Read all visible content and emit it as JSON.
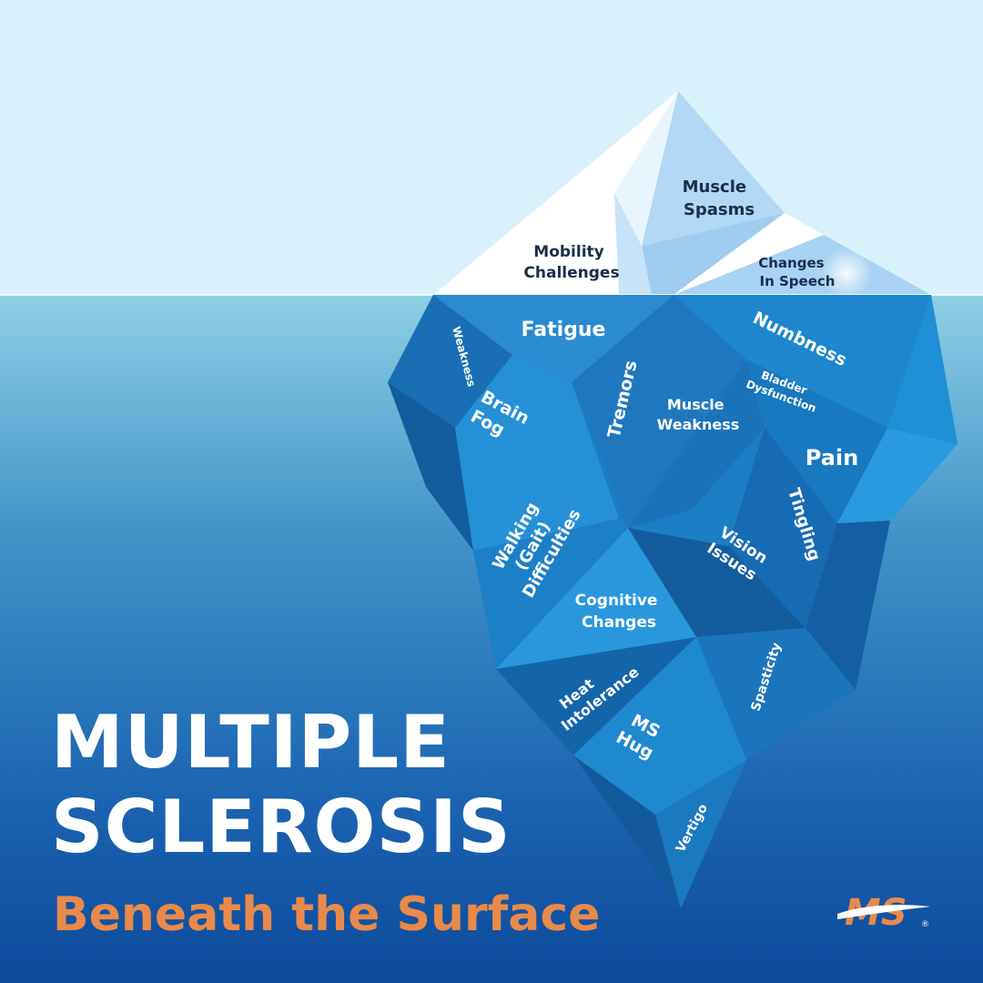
{
  "heading": {
    "title": "MULTIPLE\nSCLEROSIS",
    "subtitle": "Beneath the Surface"
  },
  "logo": {
    "text": "MS",
    "mark": "®"
  },
  "above_surface": {
    "mobility": [
      "Mobility",
      "Challenges"
    ],
    "spasms": [
      "Muscle",
      "Spasms"
    ],
    "speech": [
      "Changes",
      "In Speech"
    ]
  },
  "below_surface": {
    "weakness": "Weakness",
    "fatigue": "Fatigue",
    "brain_fog": [
      "Brain",
      "Fog"
    ],
    "tremors": "Tremors",
    "muscle_weakness": [
      "Muscle",
      "Weakness"
    ],
    "numbness": "Numbness",
    "bladder": [
      "Bladder",
      "Dysfunction"
    ],
    "pain": "Pain",
    "walking": [
      "Walking",
      "(Gait)",
      "Difficulties"
    ],
    "tingling": "Tingling",
    "vision": [
      "Vision",
      "Issues"
    ],
    "cognitive": [
      "Cognitive",
      "Changes"
    ],
    "spasticity": "Spasticity",
    "heat": [
      "Heat",
      "Intolerance"
    ],
    "ms_hug": [
      "MS",
      "Hug"
    ],
    "vertigo": "Vertigo"
  },
  "colors": {
    "sky": "#d9f1fb",
    "water_top": "#8fd0e4",
    "water_bottom": "#0d4a9c",
    "ice_white": "#ffffff",
    "ice_light": "#b6dcf5",
    "ice_blue": "#1d83c8",
    "accent_orange": "#e98a4a"
  }
}
